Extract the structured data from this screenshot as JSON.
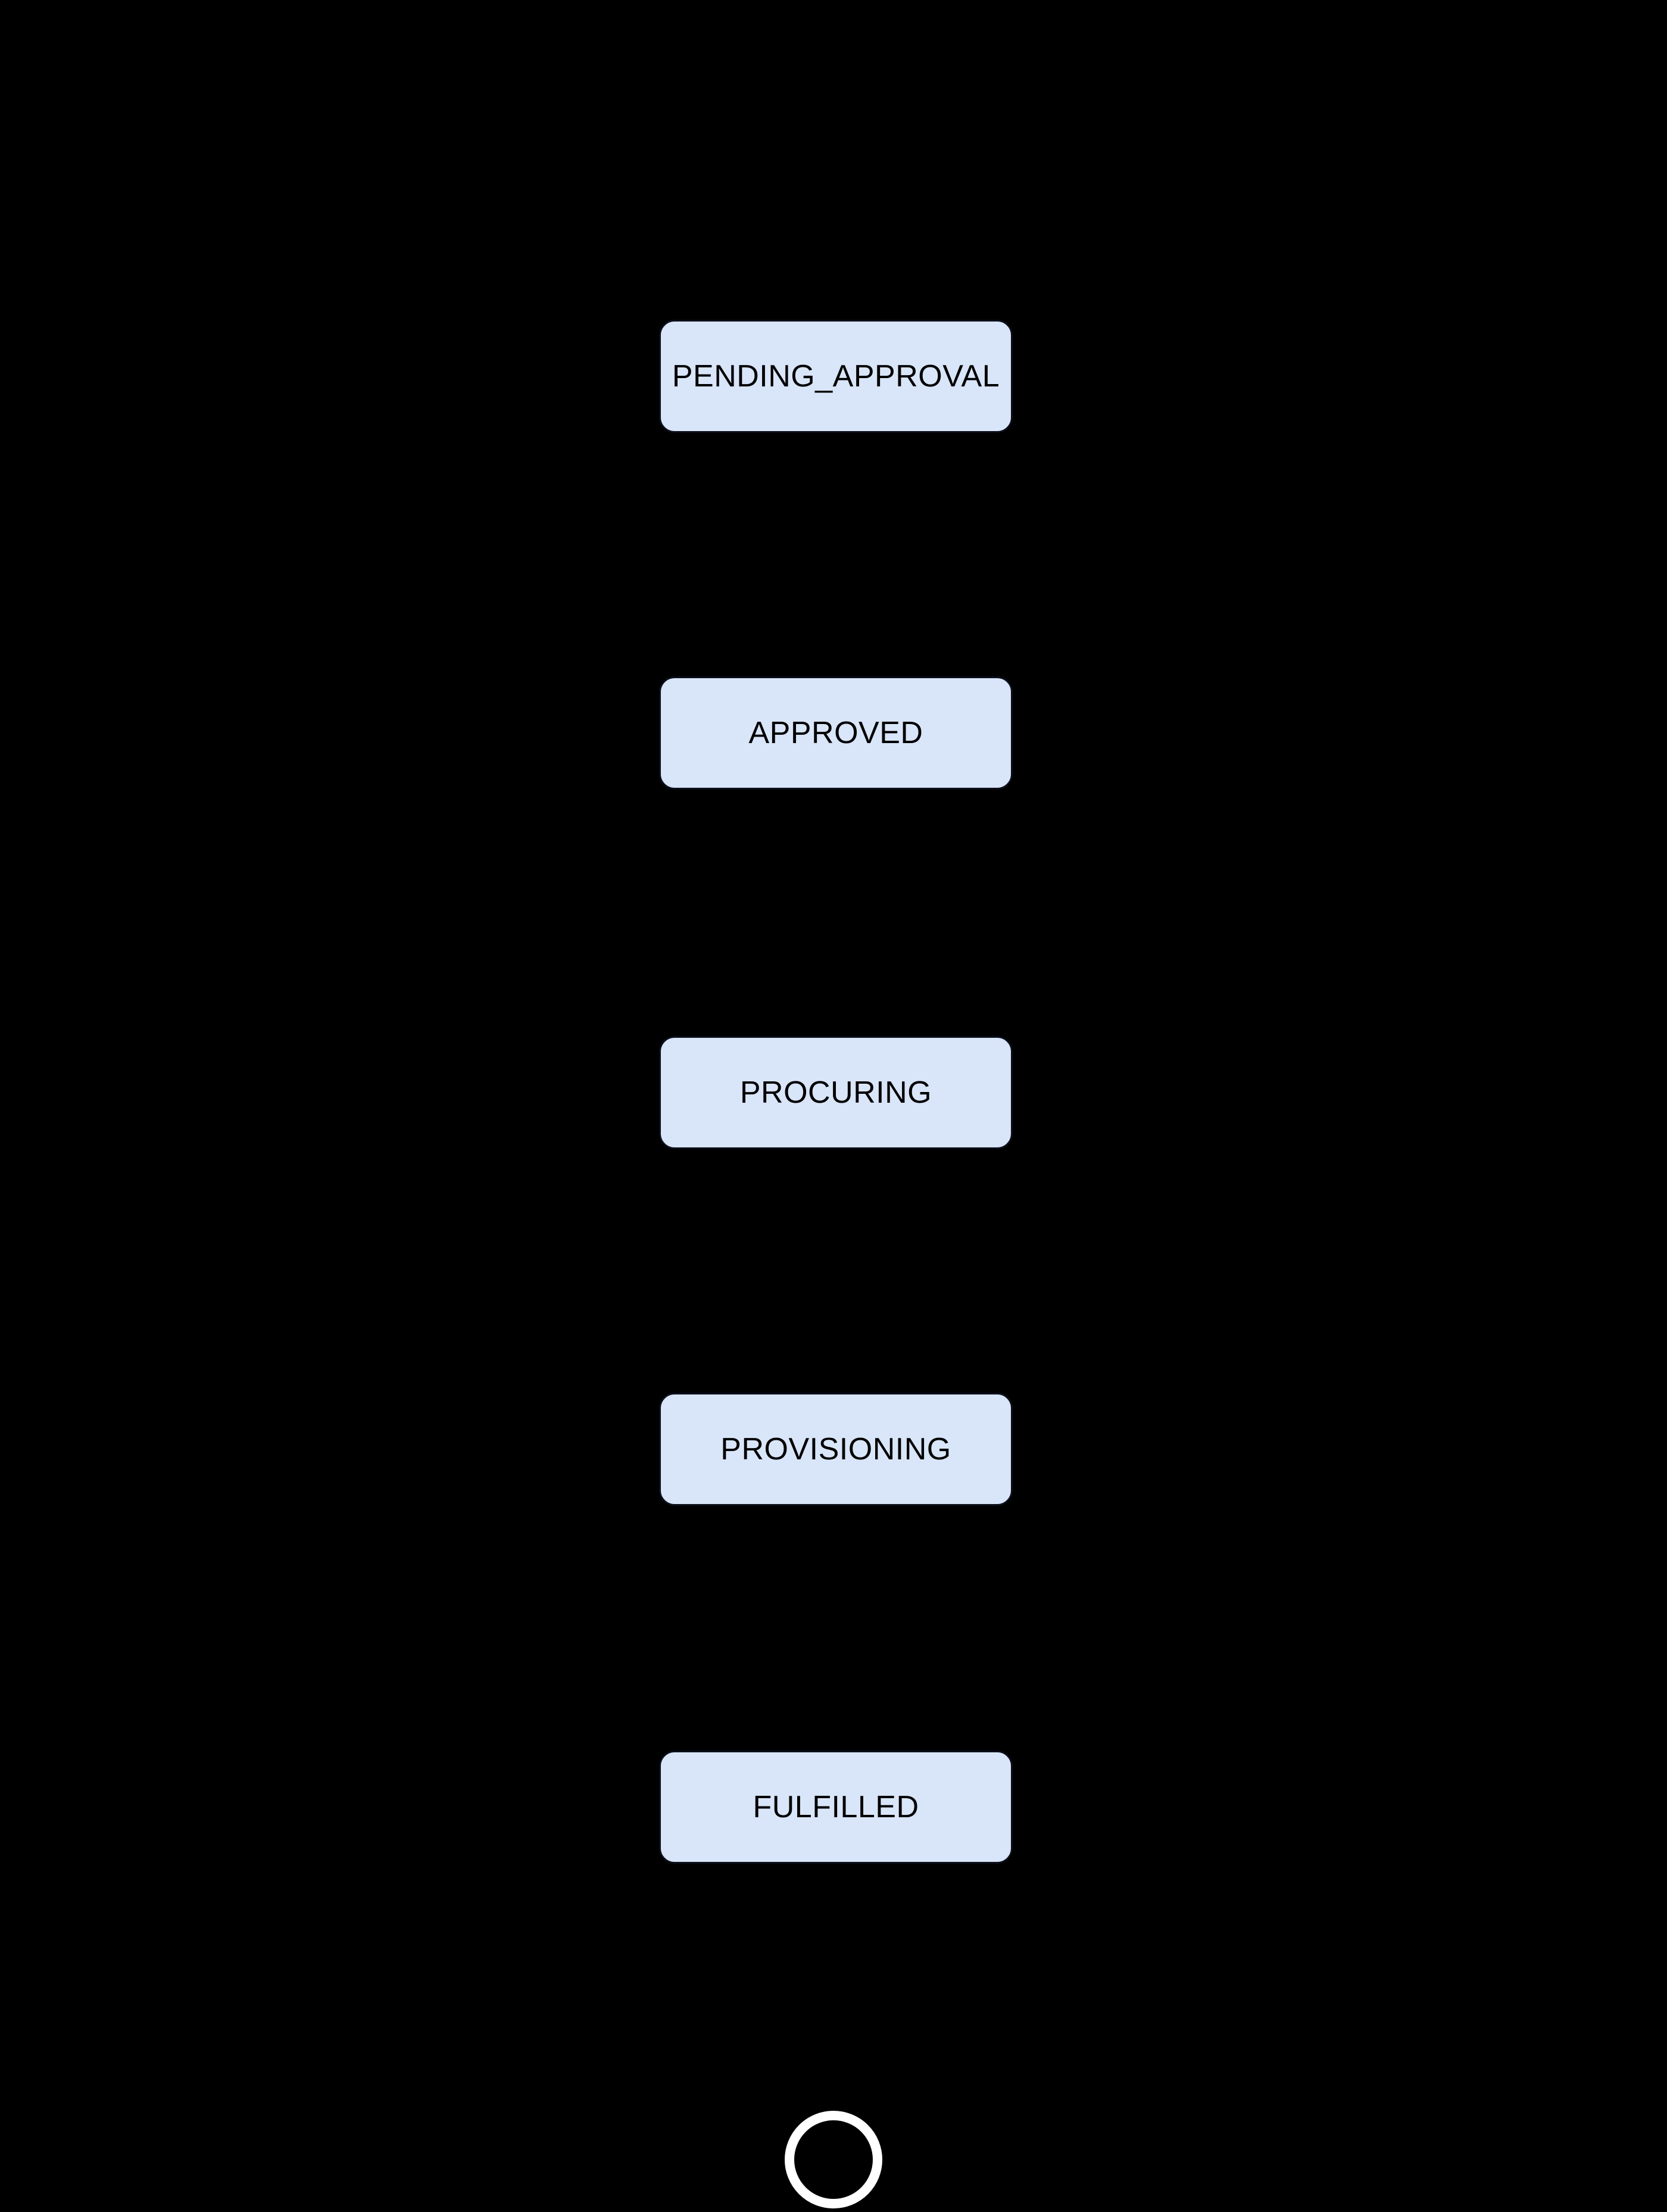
{
  "diagram": {
    "type": "state-flow-vertical",
    "background_color": "#000000",
    "node_fill_color": "#D9E5F8",
    "node_border_color": "#0B0F1A",
    "node_text_color": "#000000",
    "final_state_ring_color": "#FFFFFF",
    "states": [
      {
        "id": "pending-approval",
        "label": "PENDING_APPROVAL"
      },
      {
        "id": "approved",
        "label": "APPROVED"
      },
      {
        "id": "procuring",
        "label": "PROCURING"
      },
      {
        "id": "provisioning",
        "label": "PROVISIONING"
      },
      {
        "id": "fulfilled",
        "label": "FULFILLED"
      }
    ],
    "final_state": {
      "shape": "circle-outline"
    }
  }
}
